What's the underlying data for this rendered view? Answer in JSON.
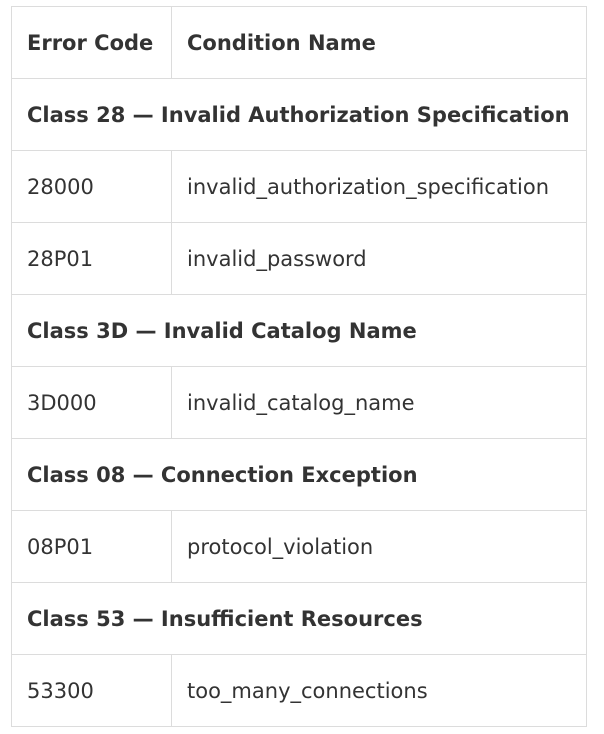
{
  "header": {
    "code_label": "Error Code",
    "condition_label": "Condition Name"
  },
  "groups": [
    {
      "title": "Class 28 — Invalid Authorization Specification",
      "rows": [
        {
          "code": "28000",
          "condition": "invalid_authorization_specification"
        },
        {
          "code": "28P01",
          "condition": "invalid_password"
        }
      ]
    },
    {
      "title": "Class 3D — Invalid Catalog Name",
      "rows": [
        {
          "code": "3D000",
          "condition": "invalid_catalog_name"
        }
      ]
    },
    {
      "title": "Class 08 — Connection Exception",
      "rows": [
        {
          "code": "08P01",
          "condition": "protocol_violation"
        }
      ]
    },
    {
      "title": "Class 53 — Insufficient Resources",
      "rows": [
        {
          "code": "53300",
          "condition": "too_many_connections"
        }
      ]
    }
  ]
}
